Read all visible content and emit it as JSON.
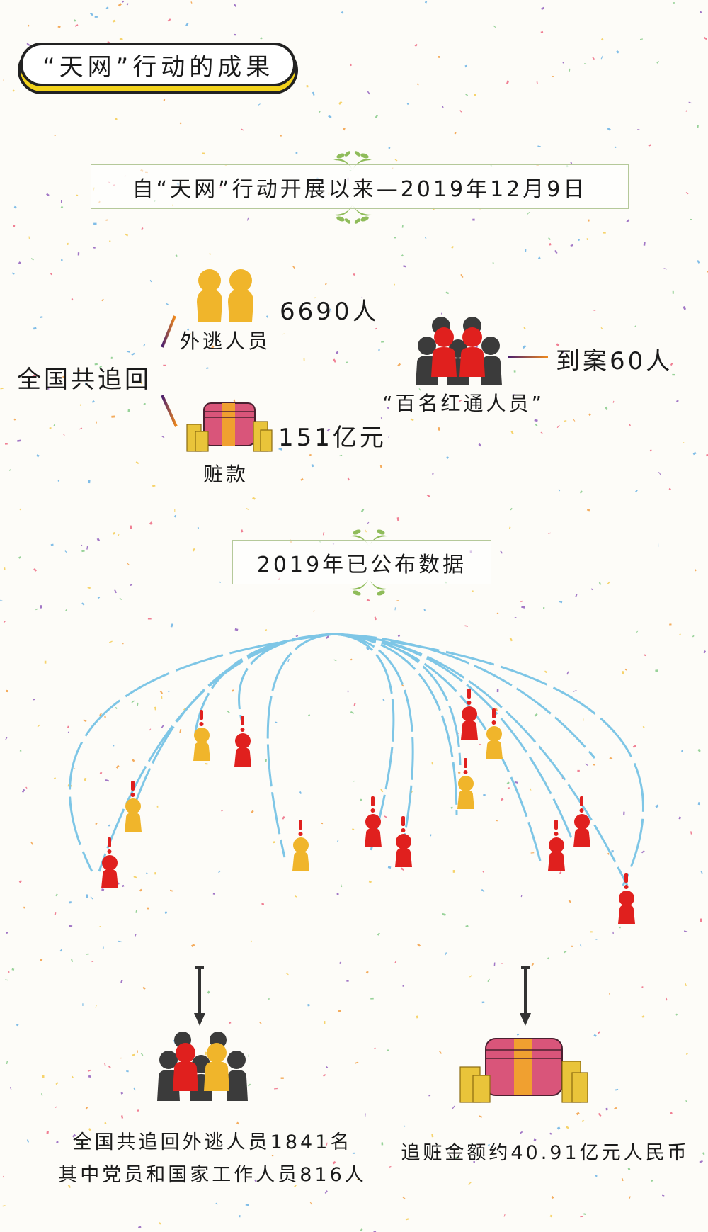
{
  "title": "“天网”行动的成果",
  "section1": {
    "banner": "自“天网”行动开展以来—2019年12月9日",
    "left_label": "全国共追回",
    "fugitives": {
      "value": "6690人",
      "label": "外逃人员"
    },
    "money": {
      "value": "151亿元",
      "label": "赃款"
    },
    "red_notice": {
      "label": "“百名红通人员”",
      "value": "到案60人"
    }
  },
  "section2": {
    "banner": "2019年已公布数据",
    "caption_left_line1": "全国共追回外逃人员1841名",
    "caption_left_line2": "其中党员和国家工作人员816人",
    "caption_right": "追赃金额约40.91亿元人民币"
  },
  "colors": {
    "yellow": "#f0b52b",
    "red": "#e0201e",
    "dark": "#3b3b3b",
    "net_line": "#7ec6e6",
    "leaf": "#8fbc5a",
    "pink": "#d9557a"
  }
}
